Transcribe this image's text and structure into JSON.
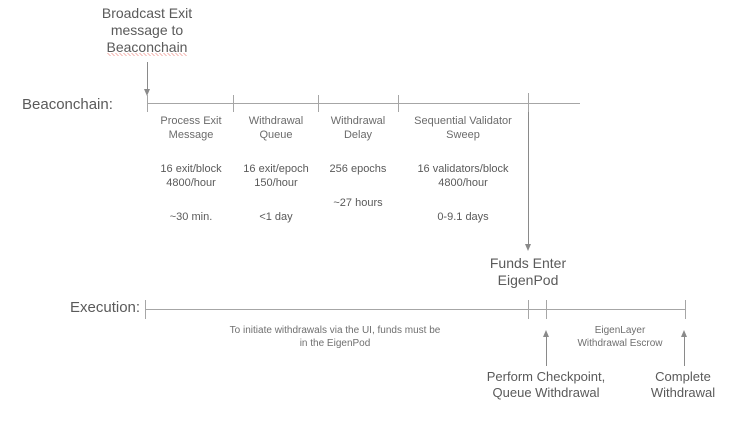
{
  "diagram": {
    "trigger": {
      "line1": "Broadcast Exit",
      "line2": "message to",
      "line3": "Beaconchain"
    },
    "beaconchain": {
      "axis_label": "Beaconchain:",
      "stages": [
        {
          "name_line1": "Process Exit",
          "name_line2": "Message",
          "rate_line1": "16 exit/block",
          "rate_line2": "4800/hour",
          "duration": "~30 min."
        },
        {
          "name_line1": "Withdrawal",
          "name_line2": "Queue",
          "rate_line1": "16 exit/epoch",
          "rate_line2": "150/hour",
          "duration": "<1 day"
        },
        {
          "name_line1": "Withdrawal",
          "name_line2": "Delay",
          "rate_line1": "256 epochs",
          "rate_line2": "",
          "duration": "~27 hours"
        },
        {
          "name_line1": "Sequential Validator",
          "name_line2": "Sweep",
          "rate_line1": "16 validators/block",
          "rate_line2": "4800/hour",
          "duration": "0-9.1 days"
        }
      ]
    },
    "funds_enter": {
      "line1": "Funds Enter",
      "line2": "EigenPod"
    },
    "execution": {
      "axis_label": "Execution:",
      "note_line1": "To initiate withdrawals via the UI, funds must be",
      "note_line2": "in the EigenPod",
      "escrow_line1": "EigenLayer",
      "escrow_line2": "Withdrawal Escrow",
      "checkpoint_line1": "Perform Checkpoint,",
      "checkpoint_line2": "Queue Withdrawal",
      "complete_line1": "Complete",
      "complete_line2": "Withdrawal"
    },
    "colors": {
      "text": "#5a5a5a",
      "line": "#a6a6a6",
      "arrow": "#8a8a8a",
      "spellcheck": "#e23b2e"
    }
  }
}
